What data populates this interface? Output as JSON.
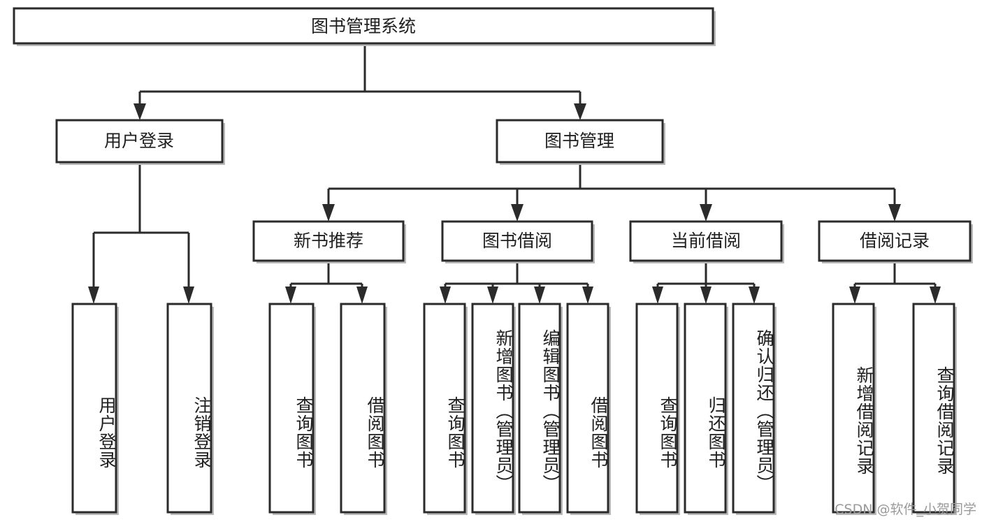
{
  "diagram": {
    "title_node": {
      "id": "root",
      "label": "图书管理系统"
    },
    "level2": [
      {
        "id": "user-login",
        "label": "用户登录"
      },
      {
        "id": "book-manage",
        "label": "图书管理"
      }
    ],
    "level3": [
      {
        "id": "new-book-recommend",
        "label": "新书推荐"
      },
      {
        "id": "book-borrow",
        "label": "图书借阅"
      },
      {
        "id": "current-borrow",
        "label": "当前借阅"
      },
      {
        "id": "borrow-record",
        "label": "借阅记录"
      }
    ],
    "leaves": [
      {
        "id": "leaf-user-login",
        "label": "用户登录",
        "parent": "user-login"
      },
      {
        "id": "leaf-logout",
        "label": "注销登录",
        "parent": "user-login"
      },
      {
        "id": "leaf-query-book-1",
        "label": "查询图书",
        "parent": "new-book-recommend"
      },
      {
        "id": "leaf-borrow-book-1",
        "label": "借阅图书",
        "parent": "new-book-recommend"
      },
      {
        "id": "leaf-query-book-2",
        "label": "查询图书",
        "parent": "book-borrow"
      },
      {
        "id": "leaf-add-book",
        "label": "新增图书（管理员）",
        "parent": "book-borrow"
      },
      {
        "id": "leaf-edit-book",
        "label": "编辑图书（管理员）",
        "parent": "book-borrow"
      },
      {
        "id": "leaf-borrow-book-2",
        "label": "借阅图书",
        "parent": "book-borrow"
      },
      {
        "id": "leaf-query-book-3",
        "label": "查询图书",
        "parent": "current-borrow"
      },
      {
        "id": "leaf-return-book",
        "label": "归还图书",
        "parent": "current-borrow"
      },
      {
        "id": "leaf-confirm-return",
        "label": "确认归还（管理员）",
        "parent": "current-borrow"
      },
      {
        "id": "leaf-add-record",
        "label": "新增借阅记录",
        "parent": "borrow-record"
      },
      {
        "id": "leaf-query-record",
        "label": "查询借阅记录",
        "parent": "borrow-record"
      }
    ],
    "colors": {
      "box_stroke": "#2b2b2b",
      "box_fill": "#ffffff",
      "connector": "#2b2b2b",
      "text": "#1f1f1f",
      "watermark": "#9a9a9a",
      "background": "#ffffff"
    }
  },
  "watermark": {
    "text": "CSDN @软件_小贺同学"
  }
}
